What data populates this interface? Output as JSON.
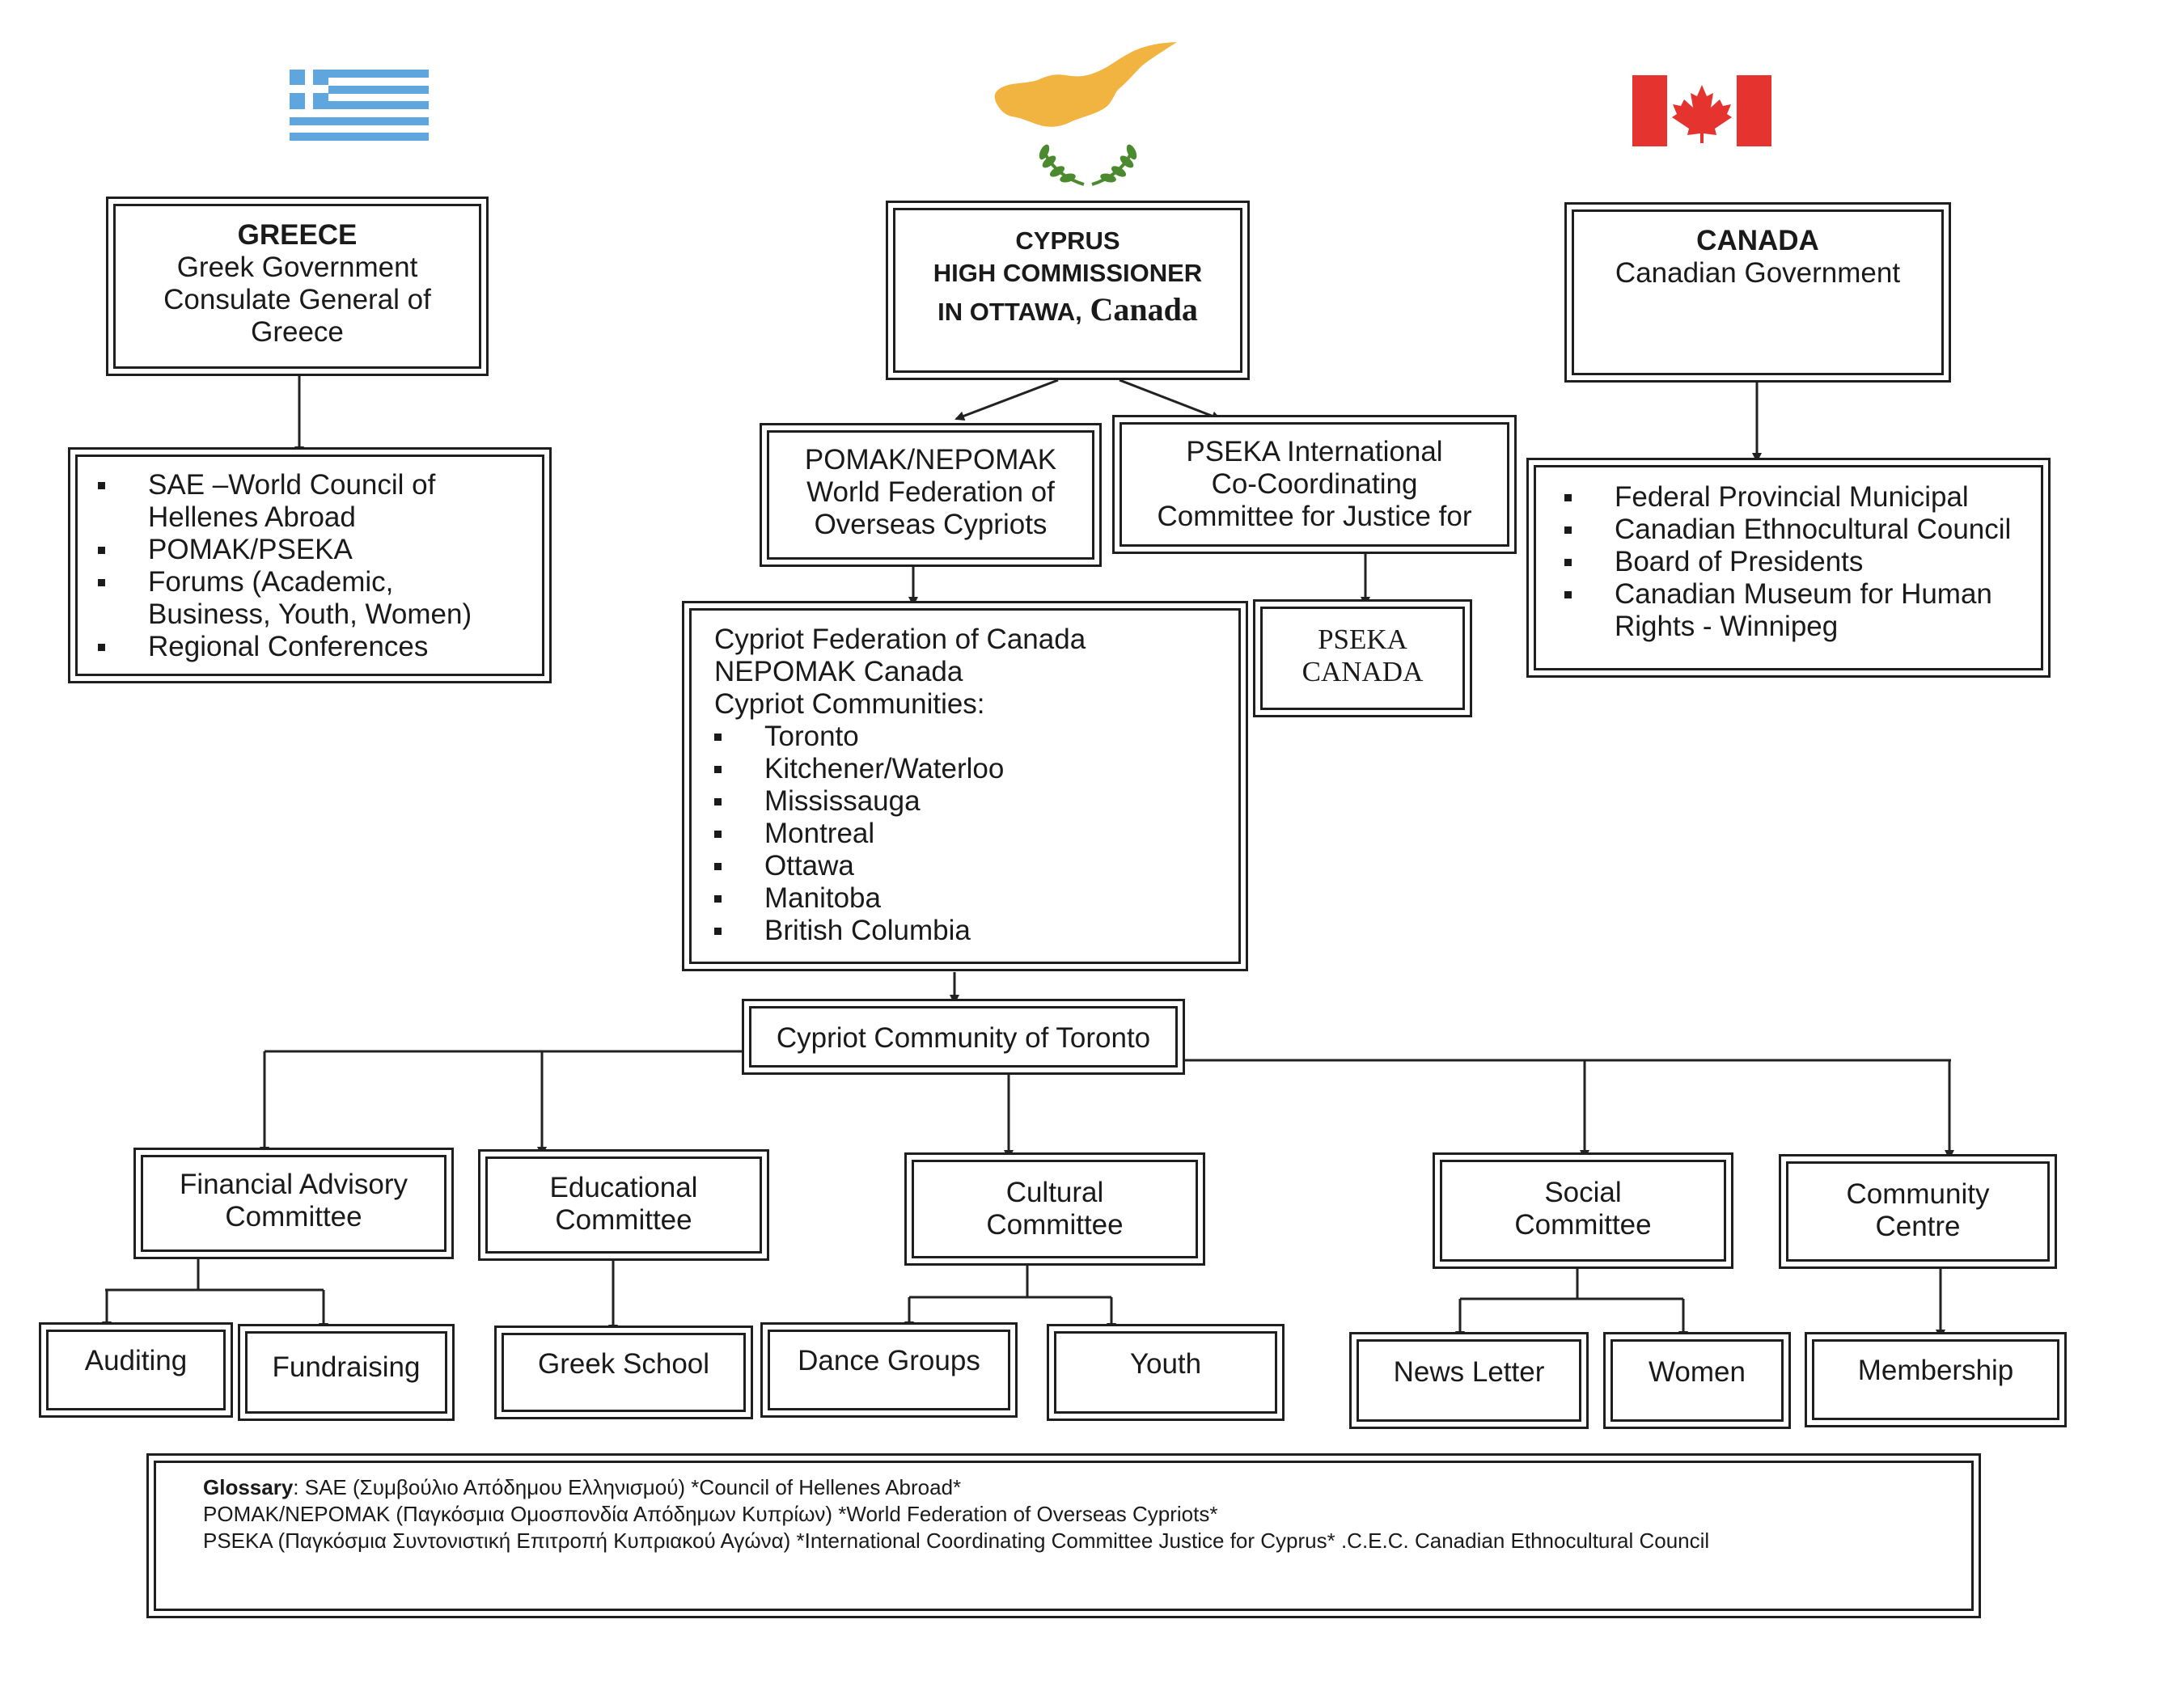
{
  "greece": {
    "title": "GREECE",
    "lines": [
      "Greek Government",
      "Consulate General of",
      "Greece"
    ],
    "list": [
      "SAE –World Council of Hellenes Abroad",
      "POMAK/PSEKA",
      "Forums (Academic, Business, Youth, Women)",
      "Regional Conferences"
    ]
  },
  "cyprus": {
    "line1": "CYPRUS",
    "line2": "HIGH COMMISSIONER",
    "line3a": "IN OTTAWA,",
    "line3b": "Canada"
  },
  "canada": {
    "title": "CANADA",
    "subtitle": "Canadian Government",
    "list": [
      "Federal Provincial Municipal",
      "Canadian Ethnocultural Council",
      "Board of Presidents",
      "Canadian Museum for Human Rights - Winnipeg"
    ]
  },
  "pomak": {
    "lines": [
      "POMAK/NEPOMAK",
      "World Federation of",
      "Overseas Cypriots"
    ]
  },
  "pseka_intl": {
    "lines": [
      "PSEKA International",
      "Co-Coordinating",
      "Committee for Justice for"
    ]
  },
  "pseka_canada": {
    "lines": [
      "PSEKA",
      "CANADA"
    ]
  },
  "federation": {
    "lines": [
      "Cypriot Federation of Canada",
      "NEPOMAK Canada",
      "Cypriot Communities:"
    ],
    "communities": [
      "Toronto",
      "Kitchener/Waterloo",
      "Mississauga",
      "Montreal",
      "Ottawa",
      "Manitoba",
      "British Columbia"
    ]
  },
  "toronto": "Cypriot Community of Toronto",
  "committees": {
    "financial": [
      "Financial Advisory",
      "Committee"
    ],
    "educational": [
      "Educational",
      "Committee"
    ],
    "cultural": [
      "Cultural",
      "Committee"
    ],
    "social": [
      "Social",
      "Committee"
    ],
    "community": [
      "Community",
      "Centre"
    ]
  },
  "subs": {
    "auditing": "Auditing",
    "fundraising": "Fundraising",
    "greek_school": "Greek School",
    "dance": "Dance Groups",
    "youth": "Youth",
    "newsletter": "News Letter",
    "women": "Women",
    "membership": "Membership"
  },
  "glossary": {
    "label": "Glossary",
    "line1": ":  SAE  (Συμβούλιο Απόδημου Ελληνισμού) *Council of Hellenes Abroad*",
    "line2": "POMAK/NEPOMAK (Παγκόσμια Ομοσπονδία Απόδημων Κυπρίων) *World Federation of Overseas Cypriots*",
    "line3": "PSEKA (Παγκόσμια Συντονιστική Επιτροπή Κυπριακού Αγώνα) *International   Coordinating Committee Justice for Cyprus*  .C.E.C. Canadian Ethnocultural Council"
  },
  "colors": {
    "greece_blue": "#5fa6df",
    "cyprus_copper": "#f2b441",
    "olive_green": "#4b8a2f",
    "canada_red": "#e5332f"
  }
}
